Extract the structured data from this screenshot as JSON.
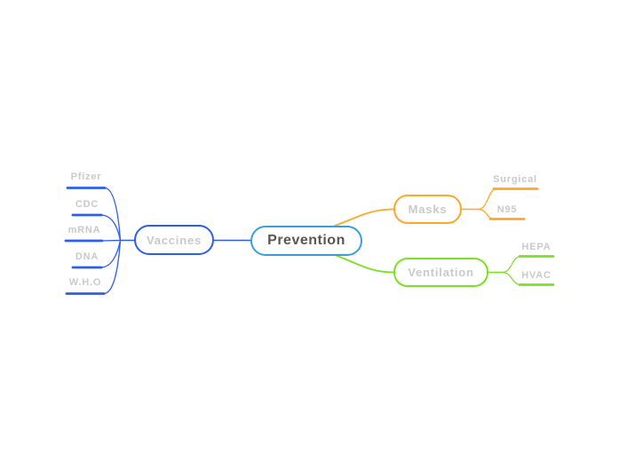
{
  "colors": {
    "root_border": "#3b9ddc",
    "root_text": "#5a564e",
    "vaccines_branch": "#2b5df0",
    "masks_branch": "#ffa726",
    "ventilation_branch": "#7ce026",
    "muted_label": "#c9c9c9",
    "background": "#ffffff"
  },
  "mindmap": {
    "root": {
      "label": "Prevention"
    },
    "branches": [
      {
        "label": "Vaccines",
        "side": "left",
        "children": [
          {
            "label": "Pfizer"
          },
          {
            "label": "CDC"
          },
          {
            "label": "mRNA"
          },
          {
            "label": "DNA"
          },
          {
            "label": "W.H.O"
          }
        ]
      },
      {
        "label": "Masks",
        "side": "right",
        "children": [
          {
            "label": "Surgical"
          },
          {
            "label": "N95"
          }
        ]
      },
      {
        "label": "Ventilation",
        "side": "right",
        "children": [
          {
            "label": "HEPA"
          },
          {
            "label": "HVAC"
          }
        ]
      }
    ]
  }
}
